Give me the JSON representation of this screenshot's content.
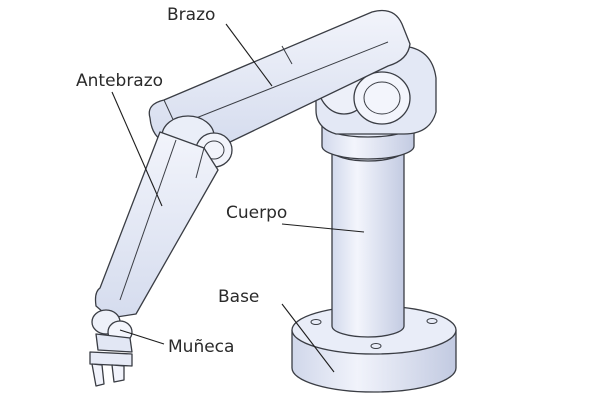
{
  "labels": {
    "arm": "Brazo",
    "forearm": "Antebrazo",
    "body": "Cuerpo",
    "base": "Base",
    "wrist": "Muñeca"
  },
  "colors": {
    "metal_light": "#eef1fa",
    "metal_mid": "#dfe4f3",
    "metal_shade": "#c7cfe4",
    "outline": "#3a3d44",
    "text": "#2a2a2a"
  }
}
